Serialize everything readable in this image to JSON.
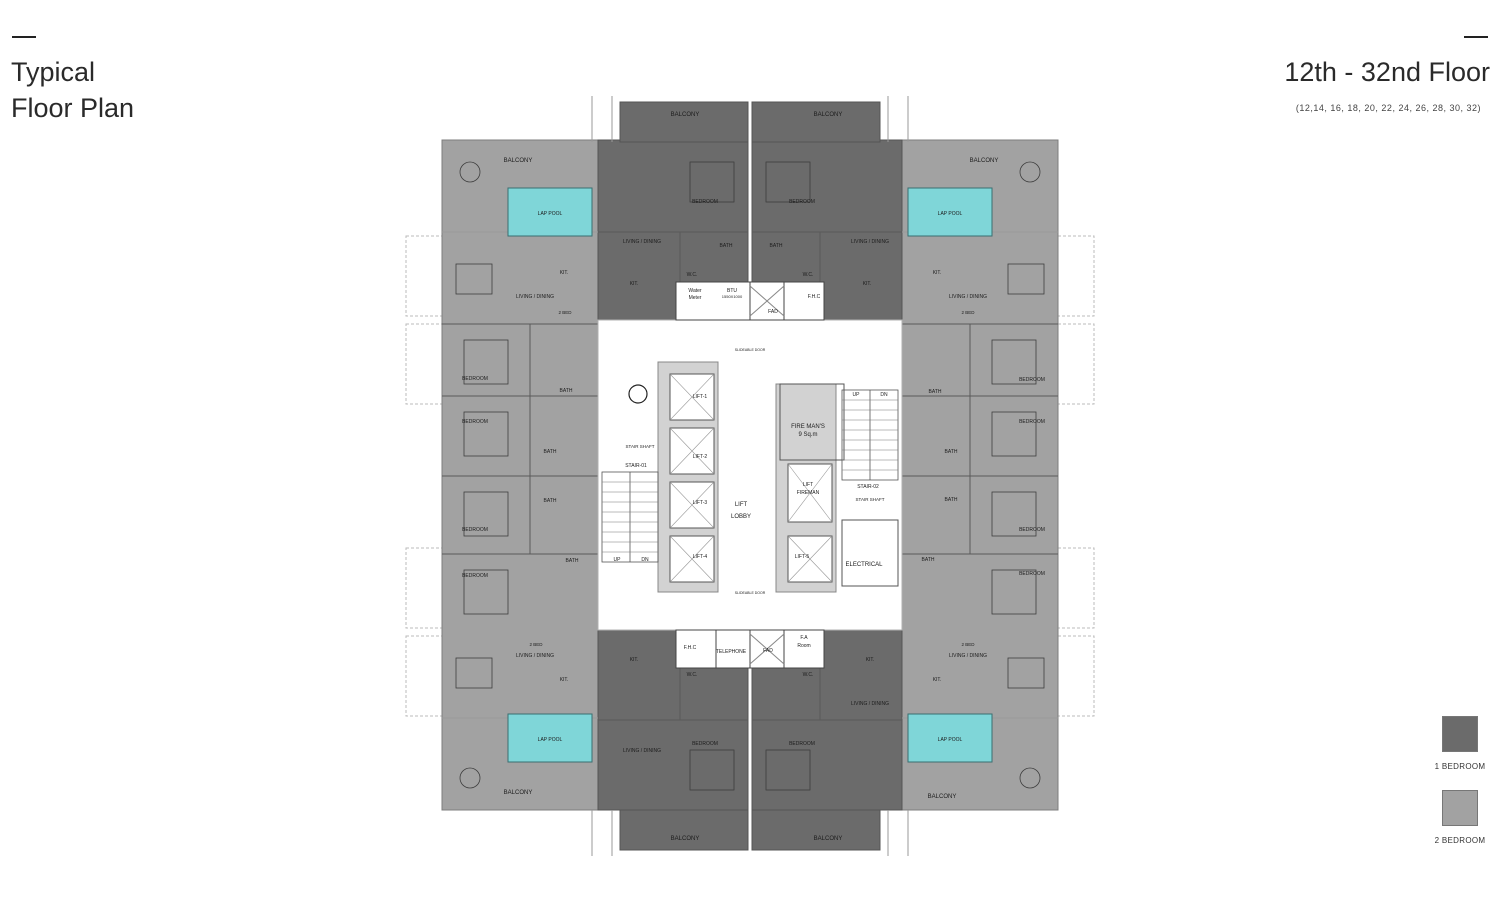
{
  "header": {
    "title_line1": "Typical",
    "title_line2": "Floor Plan",
    "floor_range": "12th - 32nd Floor",
    "floor_list": "(12,14, 16, 18, 20, 22, 24, 26, 28, 30, 32)"
  },
  "legend": [
    {
      "label": "1 BEDROOM",
      "color": "#6b6b6b"
    },
    {
      "label": "2 BEDROOM",
      "color": "#a2a2a2"
    }
  ],
  "colors": {
    "one_bedroom": "#6b6b6b",
    "two_bedroom": "#a2a2a2",
    "pool": "#7fd6d8",
    "core": "#ffffff",
    "core_wall": "#9a9a9a"
  },
  "plan": {
    "balcony": "BALCONY",
    "lap_pool": "LAP POOL",
    "bedroom": "BEDROOM",
    "bath": "BATH",
    "kit": "KIT.",
    "living_dining": "LIVING / DINING",
    "two_bed": "2 BED",
    "wc": "W.C.",
    "water_meter_1": "Water",
    "water_meter_2": "Meter",
    "btu": "BTU",
    "btu_size": "1550X1000",
    "fhc": "F.H.C",
    "fad": "FAD",
    "lift_1": "LIFT-1",
    "lift_2": "LIFT-2",
    "lift_3": "LIFT-3",
    "lift_4": "LIFT-4",
    "lift_5": "LIFT-5",
    "lift_lobby_1": "LIFT",
    "lift_lobby_2": "LOBBY",
    "fire_mans_1": "FIRE MAN'S",
    "fire_mans_2": "9 Sq.m",
    "lift_fireman_1": "LIFT",
    "lift_fireman_2": "FIREMAN",
    "stair_01": "STAIR-01",
    "stair_02": "STAIR-02",
    "stair_shaft": "STAIR SHAFT",
    "up": "UP",
    "dn": "DN",
    "electrical": "ELECTRICAL",
    "telephone": "TELEPHONE",
    "fa_room_1": "F.A",
    "fa_room_2": "Room",
    "sliding_door": "SLIDEABLE DOOR"
  }
}
